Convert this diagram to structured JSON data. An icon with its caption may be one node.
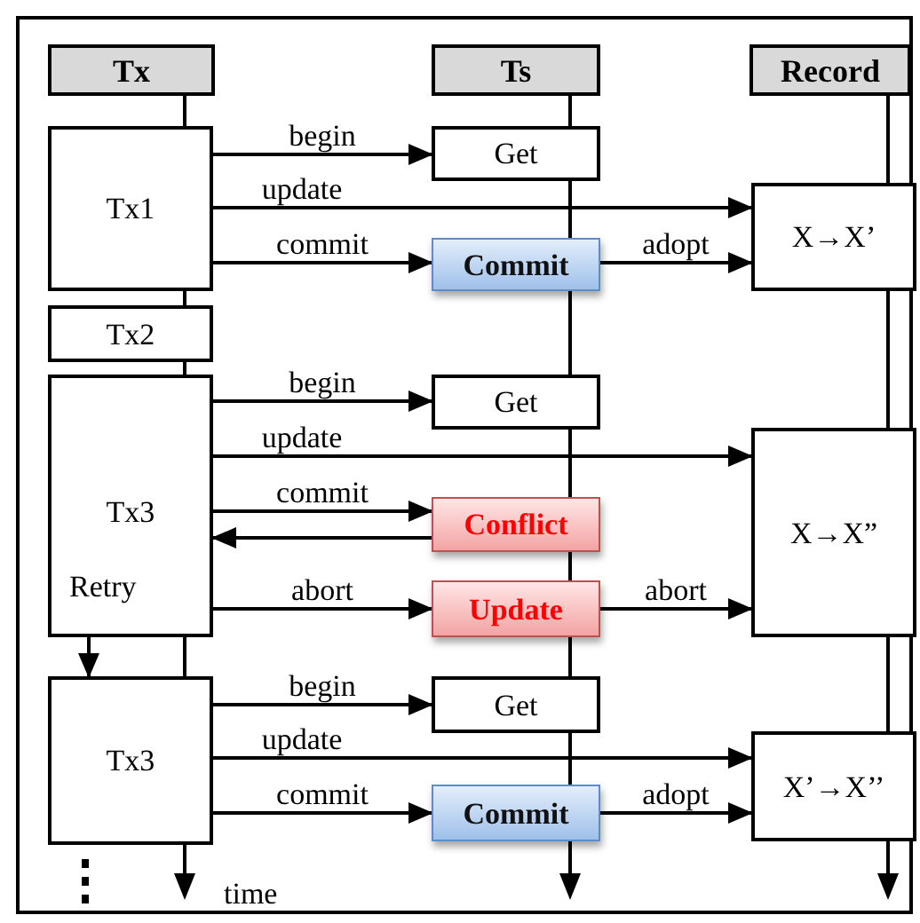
{
  "diagram": {
    "nodes": [
      {
        "text": [
          "Tx"
        ]
      },
      {
        "text": [
          "Ts"
        ]
      },
      {
        "text": [
          "Record"
        ]
      },
      {
        "text": [
          "Tx1"
        ]
      },
      {
        "text": [
          "Get"
        ]
      },
      {
        "text": [
          "Commit"
        ]
      },
      {
        "text": [
          "X→X’"
        ]
      },
      {
        "text": [
          "Tx2"
        ]
      },
      {
        "text": [
          "Tx3",
          "Retry"
        ]
      },
      {
        "text": [
          "Get"
        ]
      },
      {
        "text": [
          "Conflict"
        ]
      },
      {
        "text": [
          "Update"
        ]
      },
      {
        "text": [
          "X→X”"
        ]
      },
      {
        "text": [
          "Tx3"
        ]
      },
      {
        "text": [
          "Get"
        ]
      },
      {
        "text": [
          "Commit"
        ]
      },
      {
        "text": [
          "X’→X’’"
        ]
      }
    ],
    "edges": [
      {
        "from": 3,
        "to": 4,
        "arrow": "to",
        "label": "begin"
      },
      {
        "from": 3,
        "to": 6,
        "arrow": "to",
        "label": "update"
      },
      {
        "from": 3,
        "to": 5,
        "arrow": "to",
        "label": "commit"
      },
      {
        "from": 5,
        "to": 6,
        "arrow": "to",
        "label": "adopt"
      },
      {
        "from": 8,
        "to": 9,
        "arrow": "to",
        "label": "begin"
      },
      {
        "from": 8,
        "to": 12,
        "arrow": "to",
        "label": "update"
      },
      {
        "from": 8,
        "to": 10,
        "arrow": "to",
        "label": "commit"
      },
      {
        "from": 10,
        "to": 8,
        "arrow": "to"
      },
      {
        "from": 8,
        "to": 11,
        "arrow": "to",
        "label": "abort"
      },
      {
        "from": 11,
        "to": 12,
        "arrow": "to",
        "label": "abort"
      },
      {
        "from": 8,
        "to": 13,
        "arrow": "to"
      },
      {
        "from": 13,
        "to": 14,
        "arrow": "to",
        "label": "begin"
      },
      {
        "from": 13,
        "to": 16,
        "arrow": "to",
        "label": "update"
      },
      {
        "from": 13,
        "to": 15,
        "arrow": "to",
        "label": "commit"
      },
      {
        "from": 15,
        "to": 16,
        "arrow": "to",
        "label": "adopt"
      }
    ],
    "labels": [
      "time"
    ]
  }
}
